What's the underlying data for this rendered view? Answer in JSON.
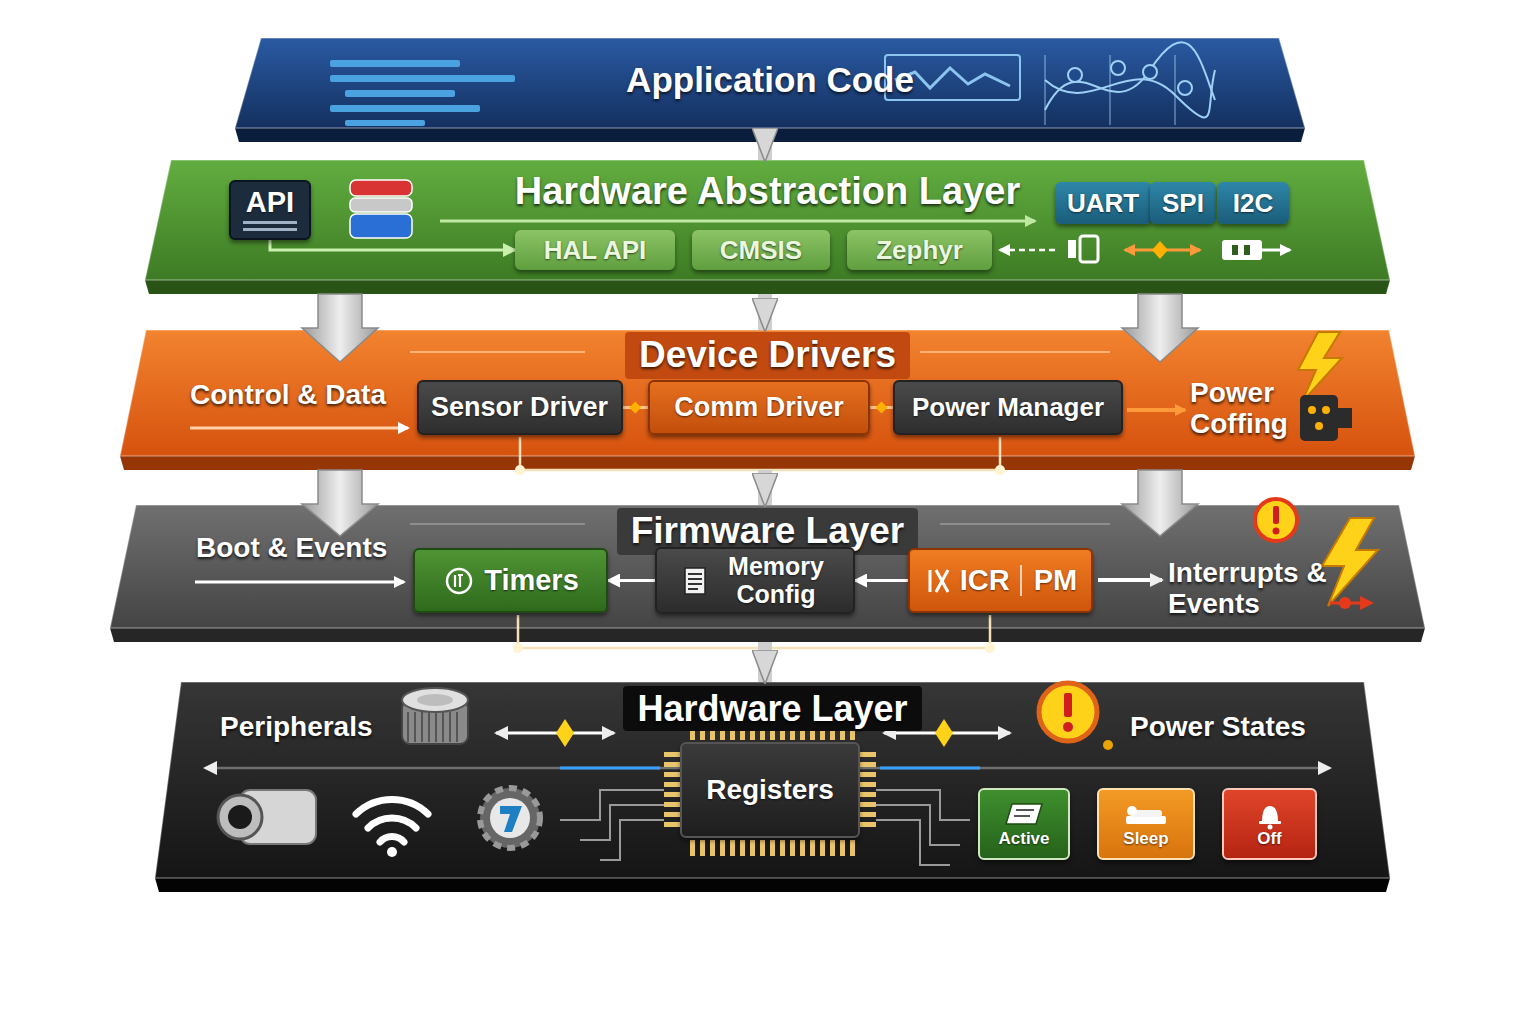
{
  "diagram": {
    "nodes": [
      {
        "text": [
          "Application Code"
        ]
      },
      {
        "text": [
          "Hardware Abstraction Layer"
        ]
      },
      {
        "text": [
          "API"
        ],
        "in": 1
      },
      {
        "text": [
          "HAL API"
        ],
        "in": 1
      },
      {
        "text": [
          "CMSIS"
        ],
        "in": 1
      },
      {
        "text": [
          "Zephyr"
        ],
        "in": 1
      },
      {
        "text": [
          "UART"
        ],
        "in": 1
      },
      {
        "text": [
          "SPI"
        ],
        "in": 1
      },
      {
        "text": [
          "I2C"
        ],
        "in": 1
      },
      {
        "text": [
          "Device Drivers"
        ]
      },
      {
        "text": [
          "Sensor Driver"
        ],
        "in": 9
      },
      {
        "text": [
          "Comm Driver"
        ],
        "in": 9
      },
      {
        "text": [
          "Power Manager"
        ],
        "in": 9
      },
      {
        "text": [
          "Firmware Layer"
        ]
      },
      {
        "text": [
          "Timers"
        ],
        "in": 13
      },
      {
        "text": [
          "Memory Config"
        ],
        "in": 13
      },
      {
        "text": [
          "ICR",
          "PM"
        ],
        "in": 13
      },
      {
        "text": [
          "Hardware Layer"
        ]
      },
      {
        "text": [
          "Registers"
        ],
        "in": 17
      },
      {
        "text": [
          "Active"
        ],
        "in": 17
      },
      {
        "text": [
          "Sleep"
        ],
        "in": 17
      },
      {
        "text": [
          "Off"
        ],
        "in": 17
      }
    ],
    "edges": [
      {
        "from": 0,
        "to": 1,
        "arrow": "to"
      },
      {
        "from": 1,
        "to": 9,
        "arrow": "to"
      },
      {
        "from": 9,
        "to": 13,
        "arrow": "to"
      },
      {
        "from": 13,
        "to": 17,
        "arrow": "to"
      },
      {
        "from": 2,
        "to": 3,
        "arrow": "to"
      },
      {
        "from": 10,
        "to": 11,
        "arrow": "none"
      },
      {
        "from": 11,
        "to": 12,
        "arrow": "none"
      },
      {
        "from": 15,
        "to": 14,
        "arrow": "to"
      },
      {
        "from": 16,
        "to": 15,
        "arrow": "to"
      }
    ],
    "labels": [
      "Control & Data",
      "Power Coffing",
      "Boot & Events",
      "Interrupts & Events",
      "Peripherals",
      "Power States"
    ]
  }
}
